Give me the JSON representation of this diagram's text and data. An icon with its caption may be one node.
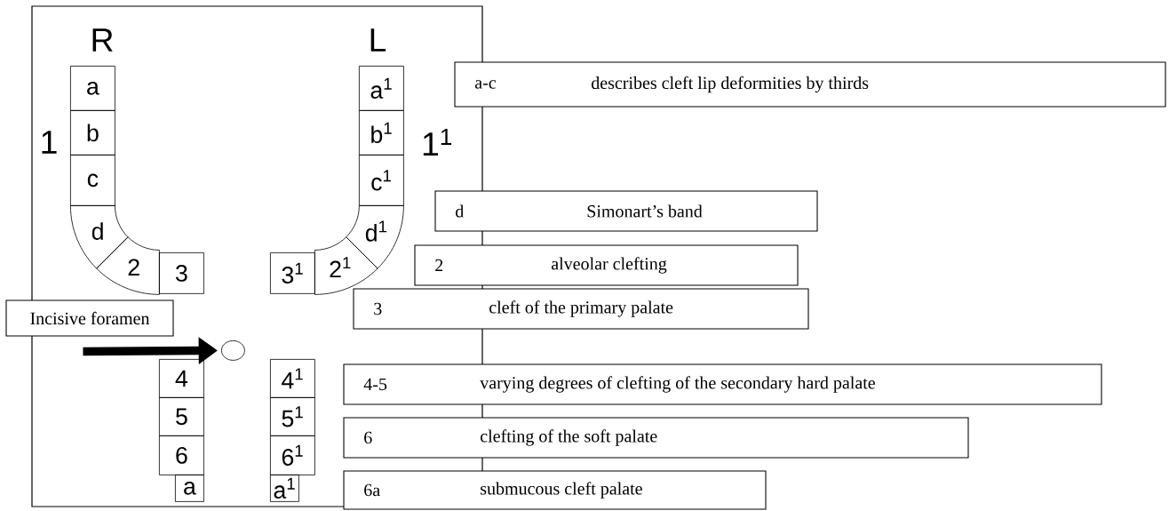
{
  "diagram": {
    "nodes": [
      {
        "text": [],
        "shape": "box"
      },
      {
        "text": [
          "a"
        ],
        "in": 0
      },
      {
        "text": [
          "b"
        ],
        "in": 0
      },
      {
        "text": [
          "c"
        ],
        "in": 0
      },
      {
        "text": [
          "d"
        ],
        "in": 0
      },
      {
        "text": [
          "2"
        ],
        "in": 0
      },
      {
        "text": [
          "3"
        ],
        "in": 0
      },
      {
        "text": [
          "a$^{1}$"
        ],
        "in": 0
      },
      {
        "text": [
          "b$^{1}$"
        ],
        "in": 0
      },
      {
        "text": [
          "c$^{1}$"
        ],
        "in": 0
      },
      {
        "text": [
          "d$^{1}$"
        ],
        "in": 0
      },
      {
        "text": [
          "2$^{1}$"
        ],
        "in": 0
      },
      {
        "text": [
          "3$^{1}$"
        ],
        "in": 0
      },
      {
        "text": [
          "4"
        ],
        "in": 0
      },
      {
        "text": [
          "5"
        ],
        "in": 0
      },
      {
        "text": [
          "6"
        ],
        "in": 0
      },
      {
        "text": [
          "a"
        ],
        "in": 0
      },
      {
        "text": [
          "4$^{1}$"
        ],
        "in": 0
      },
      {
        "text": [
          "5$^{1}$"
        ],
        "in": 0
      },
      {
        "text": [
          "6$^{1}$"
        ],
        "in": 0
      },
      {
        "text": [
          "a$^{1}$"
        ],
        "in": 0
      },
      {
        "text": [
          "Incisive foramen"
        ]
      },
      {
        "text": [],
        "shape": "circle",
        "in": 0
      },
      {
        "text": [
          "a-c",
          "describes cleft lip deformities by thirds"
        ]
      },
      {
        "text": [
          "d",
          "Simonart’s band"
        ]
      },
      {
        "text": [
          "2",
          "alveolar  clefting"
        ]
      },
      {
        "text": [
          "3",
          "cleft of the primary palate"
        ]
      },
      {
        "text": [
          "4-5",
          "varying degrees of clefting of the secondary hard palate"
        ]
      },
      {
        "text": [
          "6",
          "clefting of the soft palate"
        ]
      },
      {
        "text": [
          "6a",
          "submucous cleft palate"
        ]
      }
    ],
    "edges": [
      {
        "from": 21,
        "to": 22,
        "arrow": "to"
      }
    ],
    "labels": [
      "R",
      "L",
      "1",
      "1$^{1}$"
    ]
  }
}
